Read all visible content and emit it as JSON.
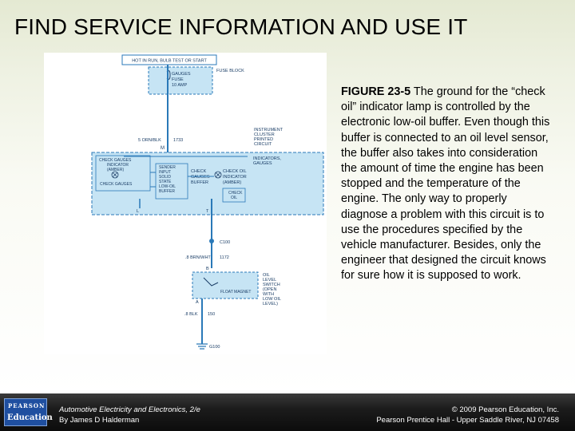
{
  "slide": {
    "title": "FIND SERVICE INFORMATION AND USE IT"
  },
  "figure": {
    "caption_label": "FIGURE 23-5",
    "caption_text": " The ground for the “check oil” indicator lamp is controlled by the electronic low-oil buffer. Even though this buffer is connected to an oil level sensor, the buffer also takes into consideration the amount of time the engine has been stopped and the temperature of the engine. The only way to properly diagnose a problem with this circuit is to use the procedures specified by the vehicle manufacturer. Besides, only the engineer that designed the circuit knows for sure how it is supposed to work.",
    "diagram": {
      "hot_label": "HOT IN RUN, BULB TEST OR START",
      "fuse_block": "FUSE BLOCK",
      "fuse_line1": "GAUGES",
      "fuse_line2": "FUSE",
      "fuse_line3": "10 AMP",
      "wire_top": "5 ORN/BLK",
      "circuit_top": "1733",
      "conn_m": "M",
      "instrument_l1": "INSTRUMENT",
      "instrument_l2": "CLUSTER",
      "instrument_l3": "PRINTED",
      "instrument_l4": "CIRCUIT",
      "indicators_l1": "INDICATORS,",
      "indicators_l2": "GAUGES",
      "check_gauges_header": "CHECK GAUGES",
      "indicator_amber_l1": "INDICATOR",
      "indicator_amber_l2": "(AMBER)",
      "check_gauges_lamp": "CHECK GAUGES",
      "sender_l1": "SENDER",
      "sender_l2": "INPUT",
      "sender_l3": "SOLID",
      "sender_l4": "STATE",
      "sender_l5": "LOW-OIL",
      "sender_l6": "BUFFER",
      "check_gauges_buffer_l1": "CHECK",
      "check_gauges_buffer_l2": "GAUGES",
      "check_gauges_buffer_l3": "BUFFER",
      "check_oil_ind_l1": "CHECK OIL",
      "check_oil_ind_l2": "INDICATOR",
      "check_oil_ind_l3": "(AMBER)",
      "check_oil_lamp_l1": "CHECK",
      "check_oil_lamp_l2": "OIL",
      "conn_l": "L",
      "conn_t": "T",
      "splice_mid": "C100",
      "wire_mid": ".8 BRN/WHT",
      "circuit_mid": "1172",
      "conn_b": "B",
      "oil_switch_l1": "OIL",
      "oil_switch_l2": "LEVEL",
      "oil_switch_l3": "SWITCH",
      "oil_switch_l4": "(OPEN",
      "oil_switch_l5": "WITH",
      "oil_switch_l6": "LOW OIL",
      "oil_switch_l7": "LEVEL)",
      "float_magnet": "FLOAT MAGNET",
      "conn_a": "A",
      "wire_bottom": ".8 BLK",
      "circuit_bottom": "150",
      "ground": "G100"
    }
  },
  "footer": {
    "logo_top": "PEARSON",
    "logo_bottom": "Education",
    "book": "Automotive Electricity and Electronics, 2/e",
    "author": "By James D Halderman",
    "copyright": "© 2009 Pearson Education, Inc.",
    "publisher": "Pearson Prentice Hall - Upper Saddle River, NJ 07458"
  },
  "colors": {
    "diagram_fill": "#c6e4f4",
    "diagram_line": "#2a79b8",
    "footer_bg": "#1c1c1c",
    "logo_blue": "#1f4fa0"
  }
}
